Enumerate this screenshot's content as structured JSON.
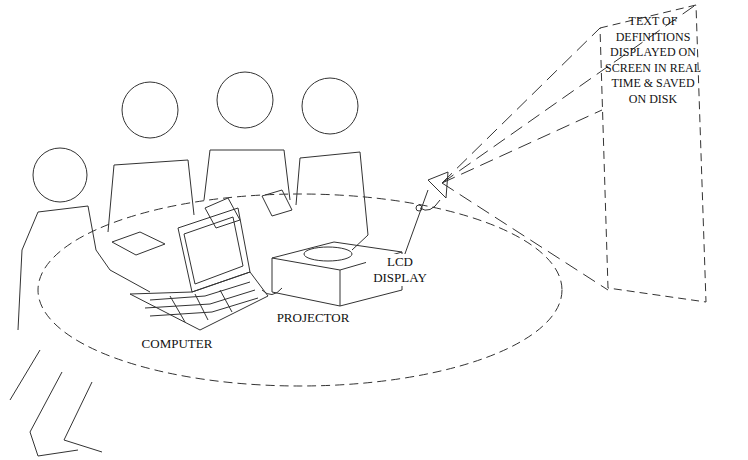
{
  "diagram": {
    "nodes": [
      {
        "text": [
          "TEXT OF DEFINITIONS DISPLAYED ON SCREEN IN REAL TIME & SAVED ON DISK"
        ]
      }
    ],
    "labels": [
      "LCD DISPLAY",
      "PROJECTOR",
      "COMPUTER"
    ]
  }
}
